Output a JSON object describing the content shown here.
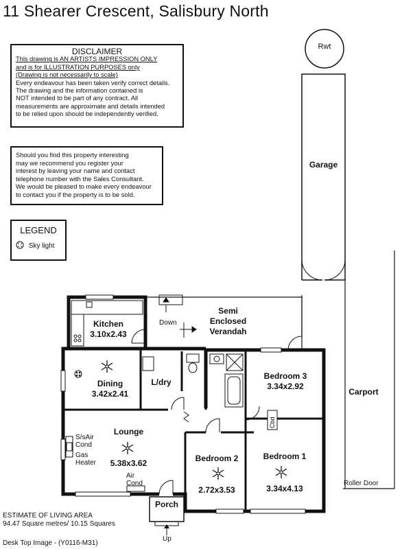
{
  "title": "11 Shearer Crescent, Salisbury North",
  "disclaimer": {
    "heading": "DISCLAIMER",
    "line1": "This drawing is AN ARTISTS IMPRESSION ONLY",
    "line2": "and is for ILLUSTRATION PURPOSES only",
    "line3": "(Drawing is not necessarily to scale)",
    "line4": "Every endeavour has been taken verify correct details.",
    "line5": "The drawing and the information contained is",
    "line6": "NOT intended to be part of any contract.  All",
    "line7": "measurements are approximate and details intended",
    "line8": "to be relied upon should be independently verified."
  },
  "interest_note": {
    "line1": "Should you find this property interesting",
    "line2": "may we recommend you register your",
    "line3": "interest by leaving your name and contact",
    "line4": "telephone number with the Sales Consultant.",
    "line5": "We would be pleased to make every endeavour",
    "line6": "to contact you if the property is to be sold."
  },
  "legend": {
    "heading": "LEGEND",
    "item": "Sky light"
  },
  "rooms": {
    "rwt": "Rwt",
    "garage": "Garage",
    "kitchen": {
      "name": "Kitchen",
      "size": "3.10x2.43"
    },
    "dining": {
      "name": "Dining",
      "size": "3.42x2.41"
    },
    "lounge": {
      "name": "Lounge",
      "size": "5.38x3.62"
    },
    "laundry": "L/dry",
    "verandah": {
      "line1": "Semi",
      "line2": "Enclosed",
      "line3": "Verandah"
    },
    "down": "Down",
    "bedroom3": {
      "name": "Bedroom 3",
      "size": "3.34x2.92"
    },
    "bedroom2": {
      "name": "Bedroom 2",
      "size": "2.72x3.53"
    },
    "bedroom1": {
      "name": "Bedroom 1",
      "size": "3.34x4.13"
    },
    "carport": "Carport",
    "roller_door": "Roller Door",
    "porch": "Porch",
    "up": "Up",
    "cbd": "Cbd",
    "ss_air": {
      "line1": "S/sAir",
      "line2": "Cond"
    },
    "gas_heater": {
      "line1": "Gas",
      "line2": "Heater"
    },
    "air_cond": {
      "line1": "Air",
      "line2": "Cond"
    }
  },
  "footer": {
    "line1": "ESTIMATE OF LIVING AREA",
    "line2": "94.47 Square metres/  10.15 Squares",
    "line3": "Desk Top Image - (Y0116-M31)"
  }
}
